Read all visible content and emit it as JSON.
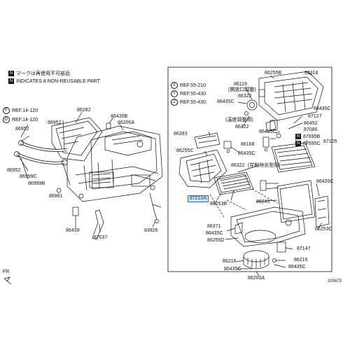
{
  "notes": {
    "line1_mark": "N",
    "line1_text": "マークは再使用不可部品",
    "line2_mark": "N",
    "line2_text": "INDICATES A NON-REUSABLE PART."
  },
  "left_refs": [
    {
      "mark": "F",
      "text": "REF.14-120"
    },
    {
      "mark": "G",
      "text": "REF.14-120"
    }
  ],
  "right_refs": [
    {
      "mark": "X",
      "text": "REF.55-210"
    },
    {
      "mark": "Y",
      "text": "REF.55-430"
    },
    {
      "mark": "Z",
      "text": "REF.55-430"
    }
  ],
  "left_labels": {
    "p86282": "86282",
    "p86435b": "86435B",
    "p86200a": "86200A",
    "p86952a": "86952",
    "p86952b": "86952",
    "p86952c": "86952",
    "p86999c": "86999C",
    "p86999b": "86999B",
    "p86961": "86961",
    "p86439": "86439",
    "p87037": "87037",
    "p83926": "83926"
  },
  "right_labels": {
    "p86255b": "86255B",
    "p86318": "86318",
    "p86119": "86119",
    "p86322a": "86322",
    "p86322b": "86322",
    "p86435c_a": "86435C",
    "p86435c_b": "86435C",
    "p86435c_c": "86435C",
    "p86435c_d": "86435C",
    "p86435c_e": "86435C",
    "p86435c_f": "86435C",
    "p86435c_g": "86435C",
    "p87127": "87127",
    "p86452": "86452",
    "p87086": "87086",
    "p87695b": "87695B",
    "p87695c": "87695C",
    "p87105": "87105",
    "p86393": "86393",
    "p86255c": "86255C",
    "p86168": "86168",
    "p86322c": "86322",
    "p87210a": "87210A",
    "p86253b": "86253B",
    "p86245": "86245",
    "p86253c": "86253C",
    "p86371": "86371",
    "p86255d": "86255D",
    "p87147": "87147",
    "p86218": "86218",
    "p86216": "86216",
    "p86200a2": "86200A",
    "jp_blower": "(開放口調整)",
    "jp_motor": "(温度調整用)",
    "jp_filter": "(花粉除去型用)"
  },
  "diagram_code": "200873",
  "front_mark": "FR",
  "colors": {
    "highlight_border": "#1e73c8",
    "highlight_fill": "#cfe3f7"
  }
}
